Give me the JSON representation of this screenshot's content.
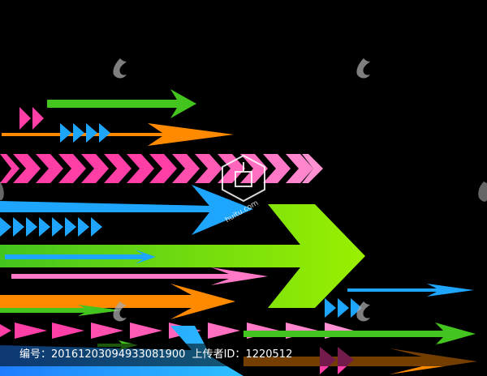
{
  "colors": {
    "background": "#000000",
    "green": "#44c41e",
    "lime": "#8ee800",
    "orange": "#ff8a00",
    "blue": "#1ea6ff",
    "pink": "#ff3fa6",
    "light_pink": "#ff79c6",
    "watermark": "#aaaaaa"
  },
  "icons": {
    "watermark": "leaf-watermark-icon",
    "logo": "hutu-logo-icon"
  },
  "watermark_logo_text": "huitu.com",
  "caption": {
    "id_label": "编号：",
    "id_value": "20161203094933081900",
    "uploader_label": "上传者ID：",
    "uploader_value": "1220512"
  }
}
